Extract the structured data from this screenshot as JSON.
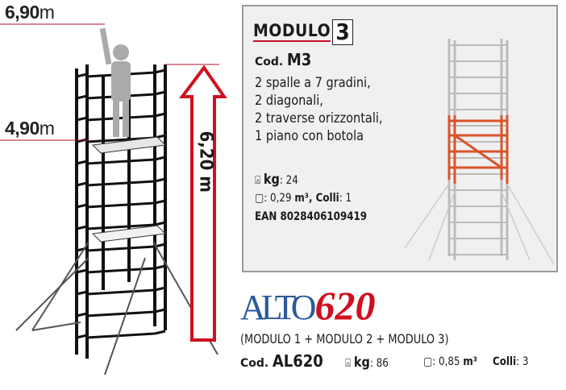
{
  "heights": {
    "top_label": "6,90",
    "mid_label": "4,90",
    "unit": "m",
    "arrow_label": "6,20 m"
  },
  "module": {
    "title": "MODULO",
    "number": "3",
    "cod_label": "Cod.",
    "code": "M3",
    "components": [
      "2 spalle a 7 gradini,",
      "2 diagonali,",
      "2 traverse orizzontali,",
      "1 piano con botola"
    ],
    "kg_label": "kg",
    "kg_value": ": 24",
    "vol_value": ": 0,29 ",
    "vol_unit": "m³",
    "colli_label": ", Colli",
    "colli_value": ": 1",
    "ean": "EAN 8028406109419"
  },
  "product": {
    "logo_text": "ALTO",
    "logo_number": "620",
    "composition": "(MODULO 1 + MODULO 2 + MODULO 3)",
    "cod_label": "Cod.",
    "code": "AL620",
    "kg_label": "kg",
    "kg_value": ": 86",
    "vol_value": ": 0,85 ",
    "vol_unit": "m³",
    "colli_label": "Colli",
    "colli_value": ": 3"
  },
  "colors": {
    "accent_red": "#d0101e",
    "logo_blue": "#2c5a9a",
    "orange_module": "#d9542a"
  }
}
